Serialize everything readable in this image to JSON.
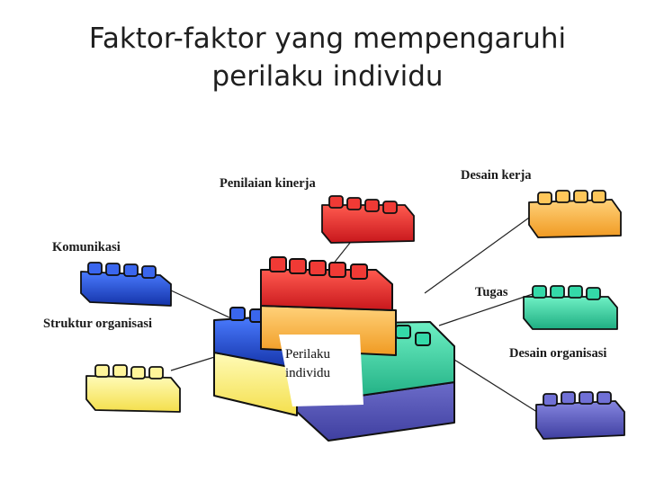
{
  "title": {
    "line1": "Faktor-faktor yang mempengaruhi",
    "line2": "perilaku individu"
  },
  "center": {
    "line1": "Perilaku",
    "line2": "individu"
  },
  "factors": {
    "penilaian_kinerja": "Penilaian kinerja",
    "desain_kerja": "Desain kerja",
    "komunikasi": "Komunikasi",
    "tugas": "Tugas",
    "struktur_organisasi": "Struktur organisasi",
    "desain_organisasi": "Desain organisasi"
  },
  "colors": {
    "red": "#e8262b",
    "orange": "#f8a93a",
    "blue": "#1f4fd8",
    "green": "#2ecb9c",
    "yellow": "#fff27a",
    "purple": "#5b5bc2"
  }
}
